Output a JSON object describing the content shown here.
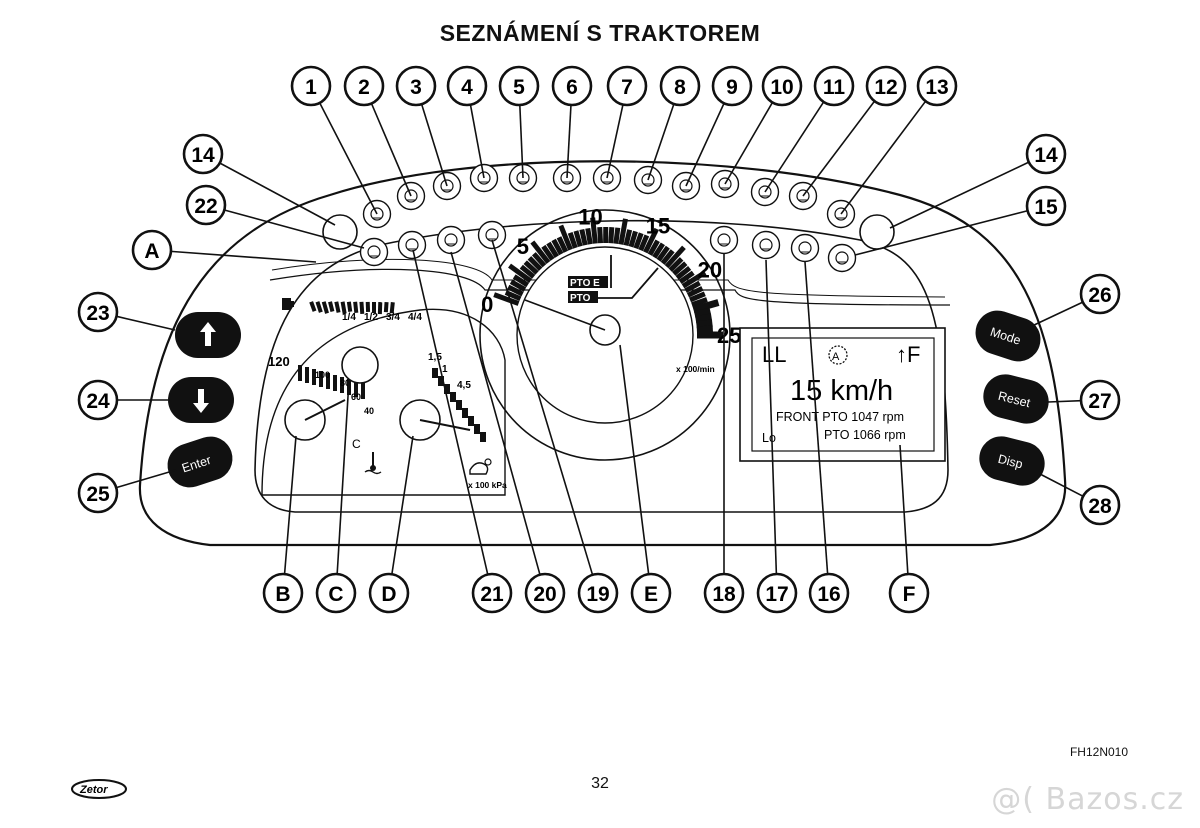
{
  "title": "SEZNÁMENÍ S TRAKTOREM",
  "figure_code": "FH12N010",
  "page_number": "32",
  "logo_text": "Zetor",
  "watermark": "@( Bazos.cz",
  "callouts": {
    "top": [
      "1",
      "2",
      "3",
      "4",
      "5",
      "6",
      "7",
      "8",
      "9",
      "10",
      "11",
      "12",
      "13"
    ],
    "side": [
      "14",
      "22",
      "14",
      "15"
    ],
    "left": [
      "A",
      "23",
      "24",
      "25"
    ],
    "right": [
      "26",
      "27",
      "28"
    ],
    "bottom": [
      "B",
      "C",
      "D",
      "21",
      "20",
      "19",
      "E",
      "18",
      "17",
      "16",
      "F"
    ]
  },
  "buttons": [
    {
      "id": "up",
      "label": "",
      "icon": "arrow-up-icon"
    },
    {
      "id": "down",
      "label": "",
      "icon": "arrow-down-icon"
    },
    {
      "id": "enter",
      "label": "Enter"
    },
    {
      "id": "mode",
      "label": "Mode"
    },
    {
      "id": "reset",
      "label": "Reset"
    },
    {
      "id": "disp",
      "label": "Disp"
    }
  ],
  "tacho": {
    "ticks": [
      "0",
      "5",
      "10",
      "15",
      "20",
      "25"
    ],
    "unit": "x 100/min",
    "pto_labels": [
      "PTO E",
      "PTO"
    ]
  },
  "fuel_gauge": {
    "labels": [
      "1/4",
      "1/2",
      "3/4",
      "4/4"
    ]
  },
  "temp_gauge": {
    "labels": [
      "120",
      "100",
      "80",
      "60",
      "40"
    ],
    "mark": "C"
  },
  "pressure_gauge": {
    "labels": [
      "1,5",
      "1",
      "4,5"
    ],
    "unit": "x 100 kPa"
  },
  "display": {
    "top_left": "LL",
    "top_mid": "A",
    "top_right": "↑F",
    "speed": "15 km/h",
    "front_pto": "FRONT PTO 1047 rpm",
    "lo": "Lo",
    "pto": "PTO 1066 rpm"
  }
}
